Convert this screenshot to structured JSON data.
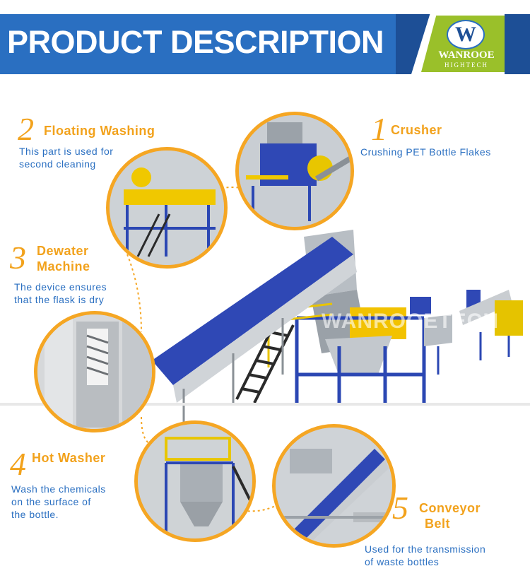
{
  "header": {
    "title": "PRODUCT DESCRIPTION",
    "logo_name": "WANROOE",
    "logo_sub": "HIGHTECH",
    "logo_mark": "W"
  },
  "watermark": "WANROOETECH",
  "steps": [
    {
      "num": "1",
      "label": "Crusher",
      "desc": "Crushing PET Bottle Flakes"
    },
    {
      "num": "2",
      "label": "Floating Washing",
      "desc_lines": [
        "This part is used for",
        "second cleaning"
      ]
    },
    {
      "num": "3",
      "label_lines": [
        "Dewater",
        "Machine"
      ],
      "desc_lines": [
        "The device ensures",
        "that the flask is dry"
      ]
    },
    {
      "num": "4",
      "label": "Hot Washer",
      "desc_lines": [
        "Wash the chemicals",
        "on the surface of",
        "the bottle."
      ]
    },
    {
      "num": "5",
      "label_lines": [
        "Conveyor",
        "Belt"
      ],
      "desc_lines": [
        "Used for the transmission",
        "of waste bottles"
      ]
    }
  ],
  "colors": {
    "brand_blue": "#2a6fc1",
    "accent_orange": "#f2a21c",
    "logo_green": "#9ac02a"
  }
}
